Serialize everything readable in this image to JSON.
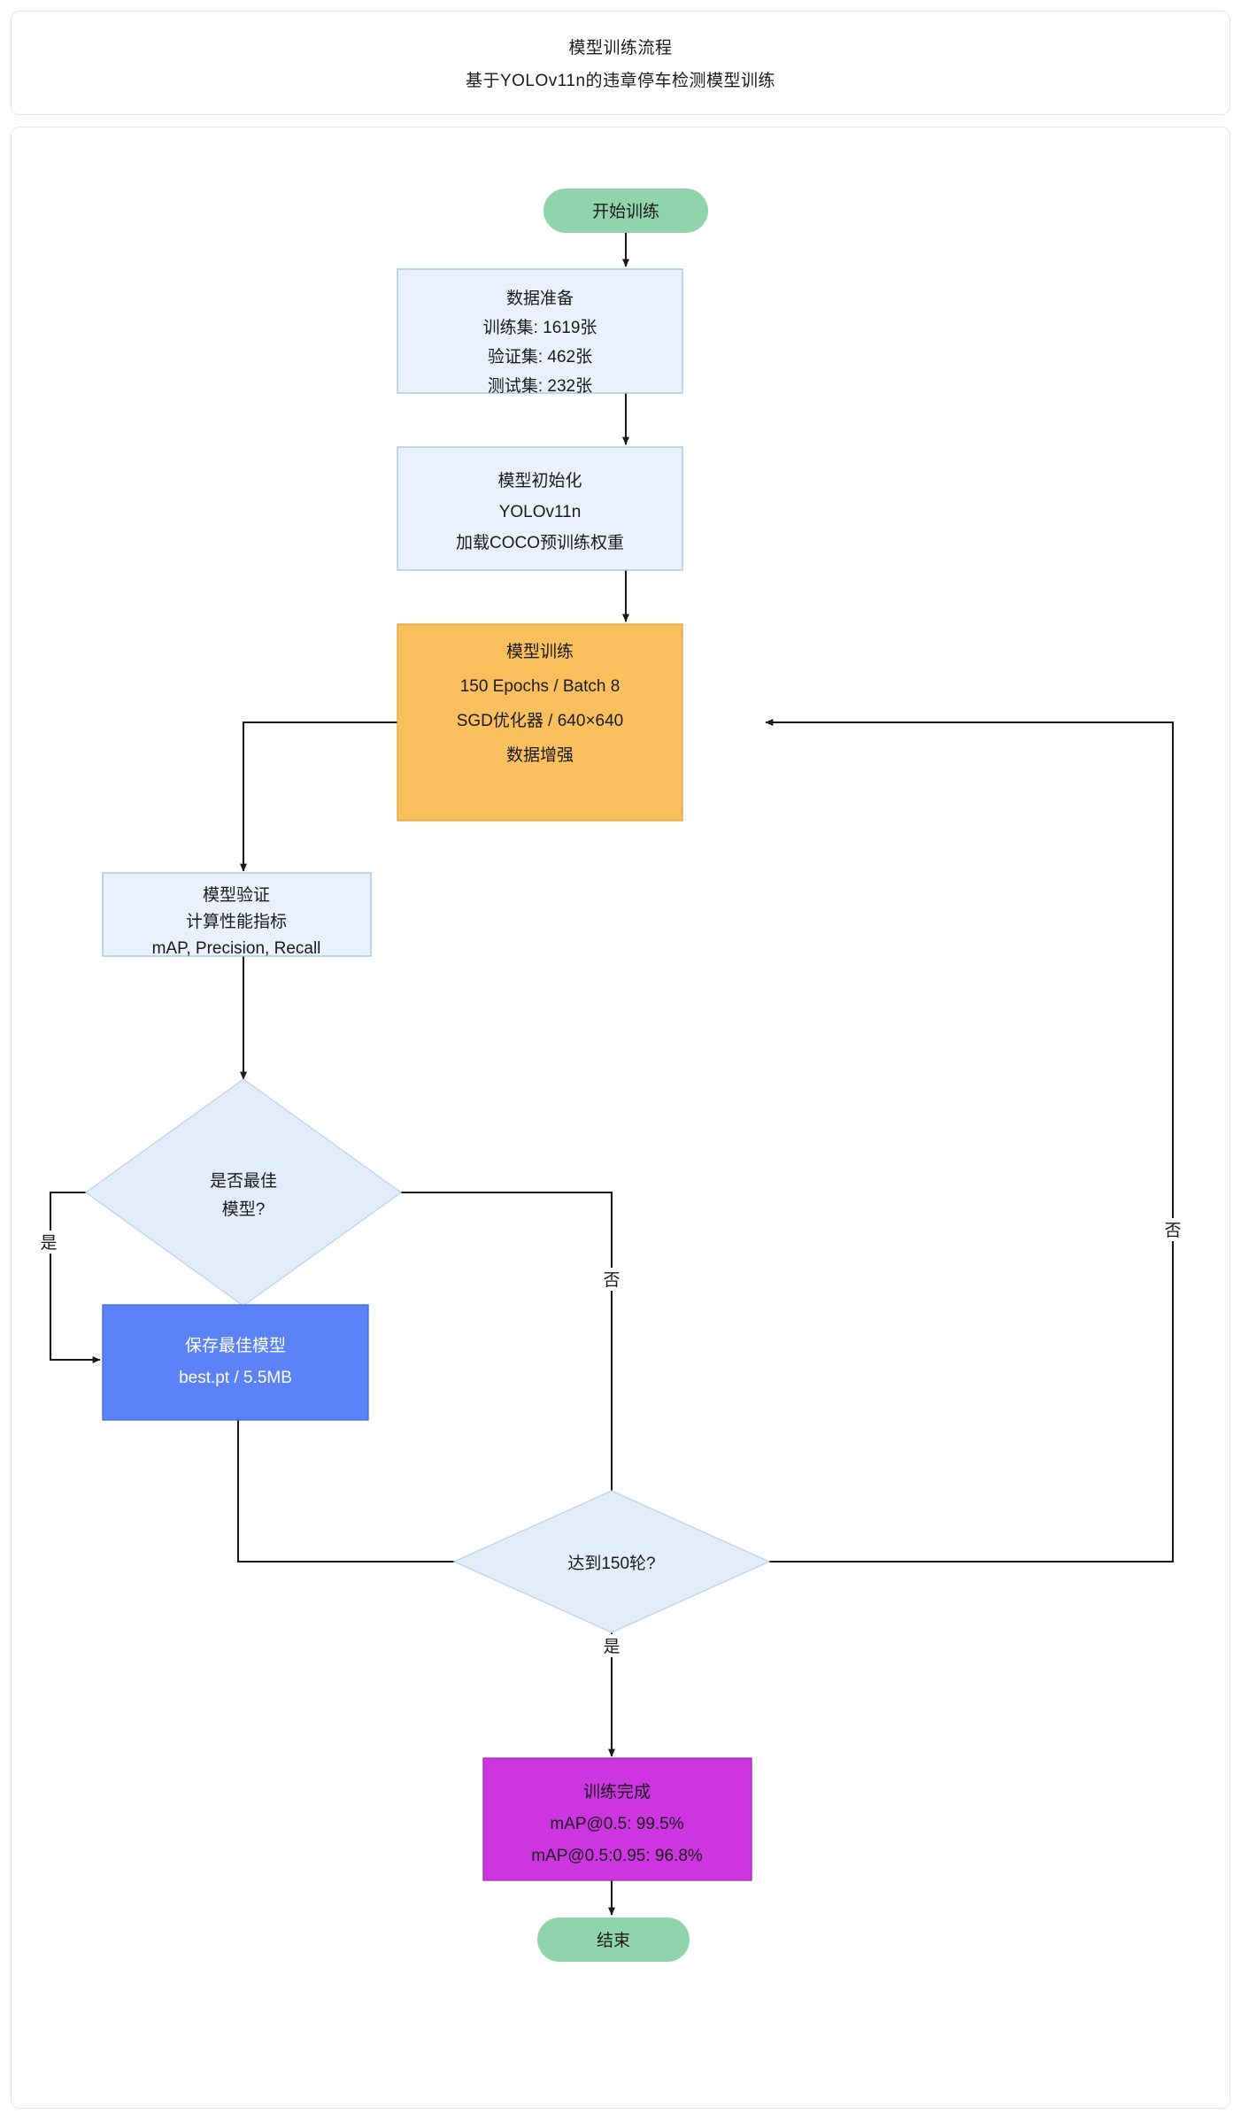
{
  "header": {
    "title": "模型训练流程",
    "subtitle": "基于YOLOv11n的违章停车检测模型训练"
  },
  "palette": {
    "start_fill": "#90d4ac",
    "start_text": "#1a1a1a",
    "process_fill": "#eaf1fd",
    "process_stroke": "#9cc3e5",
    "process_text": "#1a1a1a",
    "train_fill": "#fac05e",
    "train_stroke": "#e0a63f",
    "train_text": "#1a1a1a",
    "decision_fill": "#e3edfa",
    "decision_stroke": "#b9d5ef",
    "save_fill": "#5b82f7",
    "save_stroke": "#3f68e0",
    "save_text": "#ffffff",
    "done_fill": "#cc35e0",
    "done_stroke": "#a12bb5",
    "done_text": "#1a1a1a",
    "edge": "#1a1a1a",
    "card_border": "#e6e6e6"
  },
  "chart_data": {
    "type": "diagram",
    "diagram_kind": "flowchart",
    "direction": "top-down",
    "title": "模型训练流程",
    "subtitle": "基于YOLOv11n的违章停车检测模型训练",
    "nodes": [
      {
        "id": "start",
        "shape": "stadium",
        "lines": [
          "开始训练"
        ]
      },
      {
        "id": "prepare",
        "shape": "rect",
        "lines": [
          "数据准备",
          "训练集: 1619张",
          "验证集: 462张",
          "测试集: 232张"
        ]
      },
      {
        "id": "init",
        "shape": "rect",
        "lines": [
          "模型初始化",
          "YOLOv11n",
          "加载COCO预训练权重"
        ]
      },
      {
        "id": "train",
        "shape": "rect",
        "lines": [
          "模型训练",
          "150 Epochs / Batch 8",
          "SGD优化器 / 640×640",
          "数据增强"
        ]
      },
      {
        "id": "validate",
        "shape": "rect",
        "lines": [
          "模型验证",
          "计算性能指标",
          "mAP, Precision, Recall"
        ]
      },
      {
        "id": "isbest",
        "shape": "diamond",
        "lines": [
          "是否最佳",
          "模型?"
        ]
      },
      {
        "id": "save",
        "shape": "rect",
        "lines": [
          "保存最佳模型",
          "best.pt / 5.5MB"
        ]
      },
      {
        "id": "epochs",
        "shape": "diamond",
        "lines": [
          "达到150轮?"
        ]
      },
      {
        "id": "done",
        "shape": "rect",
        "lines": [
          "训练完成",
          "mAP@0.5: 99.5%",
          "mAP@0.5:0.95: 96.8%"
        ]
      },
      {
        "id": "end",
        "shape": "stadium",
        "lines": [
          "结束"
        ]
      }
    ],
    "edges": [
      {
        "from": "start",
        "to": "prepare",
        "label": ""
      },
      {
        "from": "prepare",
        "to": "init",
        "label": ""
      },
      {
        "from": "init",
        "to": "train",
        "label": ""
      },
      {
        "from": "train",
        "to": "validate",
        "label": ""
      },
      {
        "from": "validate",
        "to": "isbest",
        "label": ""
      },
      {
        "from": "isbest",
        "to": "save",
        "label": "是"
      },
      {
        "from": "isbest",
        "to": "epochs",
        "label": "否"
      },
      {
        "from": "save",
        "to": "epochs",
        "label": ""
      },
      {
        "from": "epochs",
        "to": "done",
        "label": "是"
      },
      {
        "from": "epochs",
        "to": "train",
        "label": "否"
      }
    ]
  },
  "nodes": {
    "start": {
      "l1": "开始训练"
    },
    "prepare": {
      "l1": "数据准备",
      "l2": "训练集: 1619张",
      "l3": "验证集: 462张",
      "l4": "测试集: 232张"
    },
    "init": {
      "l1": "模型初始化",
      "l2": "YOLOv11n",
      "l3": "加载COCO预训练权重"
    },
    "train": {
      "l1": "模型训练",
      "l2": "150 Epochs / Batch 8",
      "l3": "SGD优化器 / 640×640",
      "l4": "数据增强"
    },
    "validate": {
      "l1": "模型验证",
      "l2": "计算性能指标",
      "l3": "mAP, Precision, Recall"
    },
    "isbest": {
      "l1": "是否最佳",
      "l2": "模型?"
    },
    "save": {
      "l1": "保存最佳模型",
      "l2": "best.pt / 5.5MB"
    },
    "epochs": {
      "l1": "达到150轮?"
    },
    "done": {
      "l1": "训练完成",
      "l2": "mAP@0.5: 99.5%",
      "l3": "mAP@0.5:0.95: 96.8%"
    },
    "end": {
      "l1": "结束"
    }
  },
  "edge_labels": {
    "isbest_yes": "是",
    "isbest_no": "否",
    "epochs_yes": "是",
    "epochs_no": "否"
  }
}
